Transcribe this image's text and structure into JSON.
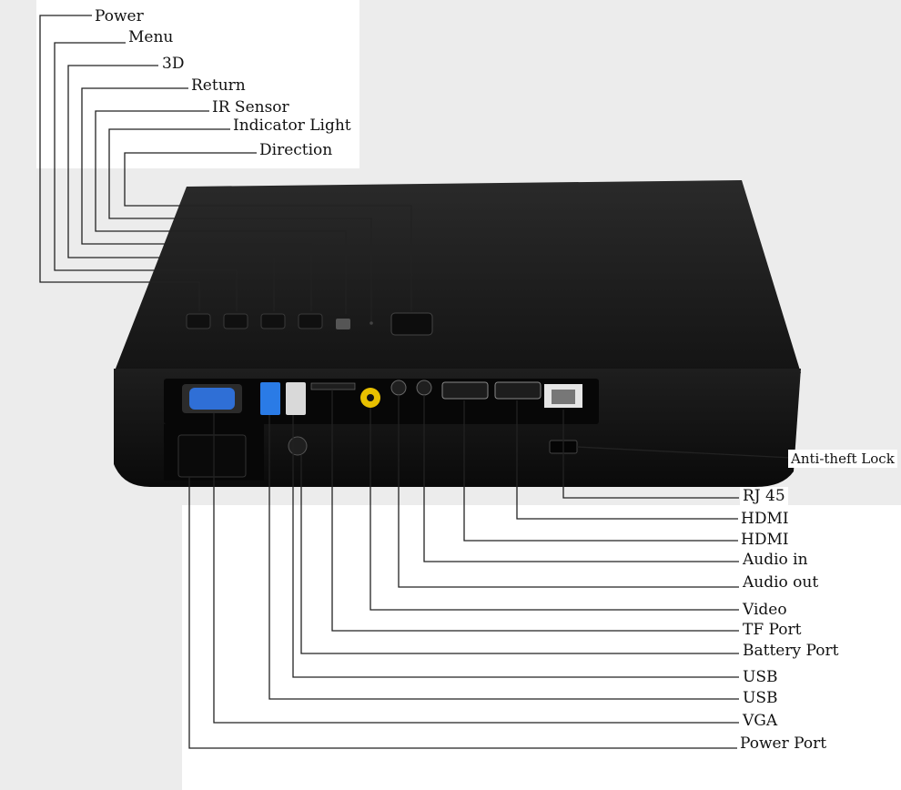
{
  "top_labels": [
    {
      "id": "power",
      "text": "Power"
    },
    {
      "id": "menu",
      "text": "Menu"
    },
    {
      "id": "3d",
      "text": "3D"
    },
    {
      "id": "return",
      "text": "Return"
    },
    {
      "id": "ir-sensor",
      "text": "IR Sensor"
    },
    {
      "id": "indicator-light",
      "text": "Indicator Light"
    },
    {
      "id": "direction",
      "text": "Direction"
    }
  ],
  "right_labels": [
    {
      "id": "anti-theft-lock",
      "text": "Anti-theft Lock"
    },
    {
      "id": "rj45",
      "text": "RJ 45"
    },
    {
      "id": "hdmi-1",
      "text": "HDMI"
    },
    {
      "id": "hdmi-2",
      "text": "HDMI"
    },
    {
      "id": "audio-in",
      "text": "Audio in"
    },
    {
      "id": "audio-out",
      "text": "Audio out"
    },
    {
      "id": "video",
      "text": "Video"
    },
    {
      "id": "tf-port",
      "text": "TF Port"
    },
    {
      "id": "battery-port",
      "text": "Battery Port"
    },
    {
      "id": "usb-1",
      "text": "USB"
    },
    {
      "id": "usb-2",
      "text": "USB"
    },
    {
      "id": "vga",
      "text": "VGA"
    },
    {
      "id": "power-port",
      "text": "Power Port"
    }
  ],
  "colors": {
    "body": "#1b1b1b",
    "panel": "#0c0c0c",
    "vga_blue": "#2f6fd6",
    "usb_blue": "#2a7be6",
    "video_yellow": "#e8c000",
    "callout_line": "#222222"
  }
}
